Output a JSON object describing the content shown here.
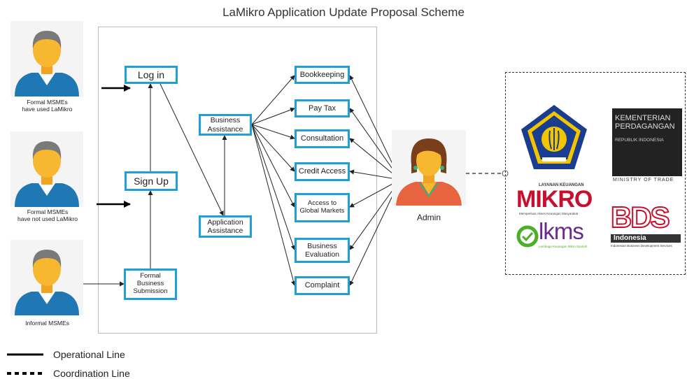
{
  "title": "LaMikro Application Update Proposal Scheme",
  "users": [
    {
      "label": "Formal MSMEs\nhave used LaMikro"
    },
    {
      "label": "Formal MSMEs\nhave not used LaMikro"
    },
    {
      "label": "Informal MSMEs"
    }
  ],
  "flow": {
    "login": "Log in",
    "signup": "Sign Up",
    "formal_submission": "Formal Business\nSubmission",
    "business_assistance": "Business\nAssistance",
    "application_assistance": "Application\nAssistance"
  },
  "services": [
    "Bookkeeping",
    "Pay Tax",
    "Consultation",
    "Credit Access",
    "Access to\nGlobal Markets",
    "Business\nEvaluation",
    "Complaint"
  ],
  "admin": {
    "label": "Admin"
  },
  "partners": {
    "kemendag_line1": "KEMENTERIAN",
    "kemendag_line2": "PERDAGANGAN",
    "kemendag_line3": "REPUBLIK INDONESIA",
    "kemendag_caption": "MINISTRY OF TRADE",
    "mikro_top": "LAYANAN KEUANGAN",
    "mikro_main": "MIKRO",
    "mikro_sub": "Memperluas Akses Keuangan Masyarakat",
    "lkms_main": "lkms",
    "lkms_sub": "Lembaga Keuangan Mikro Syariah",
    "bds_main": "BDS",
    "bds_bar": "Indonesia",
    "bds_sub": "Indonesian Business Development Services"
  },
  "legend": {
    "operational": "Operational Line",
    "coordination": "Coordination Line"
  },
  "colors": {
    "box_border": "#1e9fd9",
    "person_shirt": "#1f78b4",
    "person_skin": "#f7b731",
    "person_hair": "#7a7a7a",
    "admin_shirt": "#e8633f"
  }
}
